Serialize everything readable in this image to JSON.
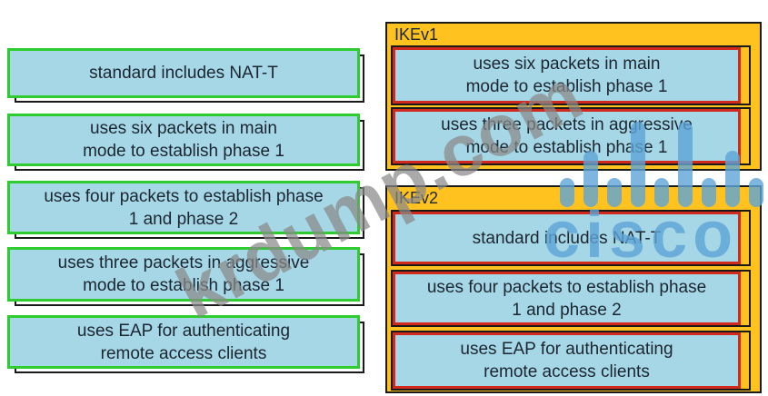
{
  "colors": {
    "card_fill": "#A6D7E7",
    "source_border_green": "#2ECC2E",
    "dropped_border_red": "#D2291D",
    "group_fill_orange": "#FFC21E",
    "slot_outline": "#1A1A1A",
    "text": "#1C2630",
    "watermark_gray": "#8A8A8A",
    "watermark_blue": "#5EA5D8"
  },
  "source_options": [
    {
      "label": "standard includes NAT-T"
    },
    {
      "label": "uses six packets in main\nmode to establish phase 1"
    },
    {
      "label": "uses four packets to establish phase\n1 and phase 2"
    },
    {
      "label": "uses three packets in aggressive\nmode to establish phase 1"
    },
    {
      "label": "uses EAP for authenticating\nremote access clients"
    }
  ],
  "targets": [
    {
      "label": "IKEv1",
      "items": [
        {
          "label": "uses six packets in main\nmode to establish phase 1"
        },
        {
          "label": "uses three packets in aggressive\nmode to establish phase 1"
        }
      ]
    },
    {
      "label": "IKEv2",
      "items": [
        {
          "label": "standard includes NAT-T"
        },
        {
          "label": "uses four packets to establish phase\n1 and phase 2"
        },
        {
          "label": "uses EAP for authenticating\nremote access clients"
        }
      ]
    }
  ],
  "watermarks": {
    "diagonal_text": "krdump.com",
    "logo_text": "cisco"
  }
}
